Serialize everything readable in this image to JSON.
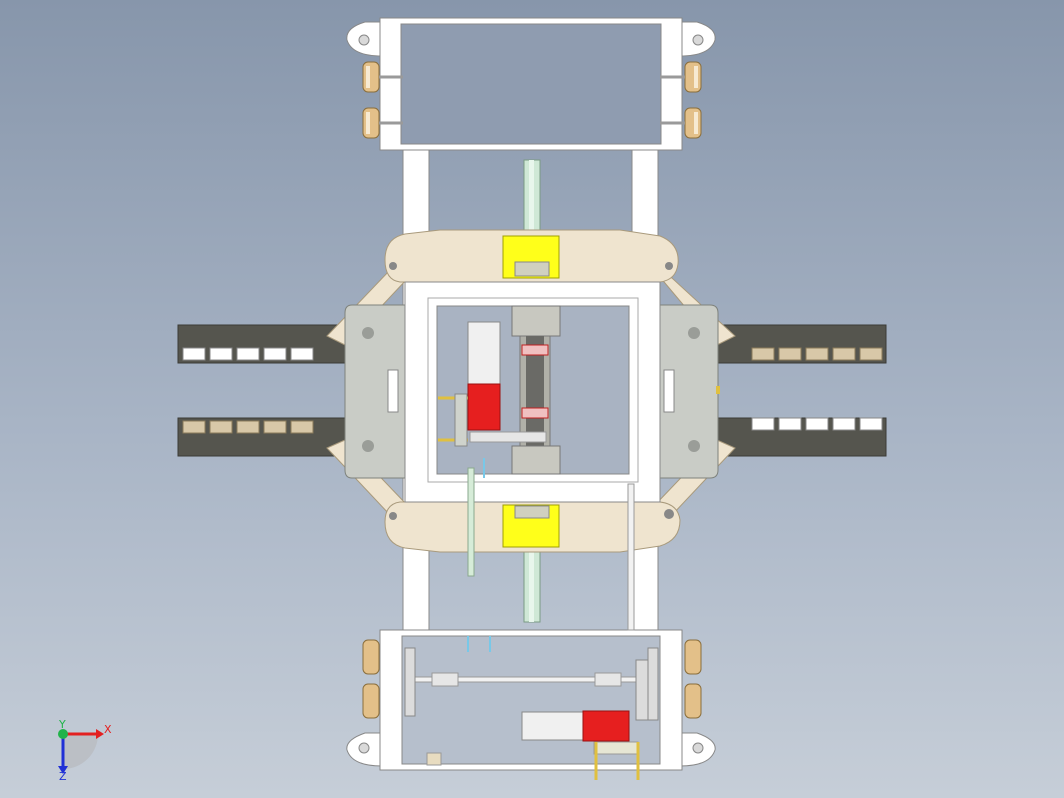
{
  "scene": {
    "background_top": "#8796ab",
    "background_bottom": "#c6ced8",
    "frame_color": "#ffffff",
    "plate_color": "#efe4cf",
    "side_plate_color": "#c9ccc6",
    "rail_color": "#55554e",
    "motor_color": "#e61f1f",
    "coupler_color": "#ffff1a",
    "wheel_color": "#e3c089"
  },
  "triad": {
    "x_label": "X",
    "y_label": "Y",
    "z_label": "Z",
    "x_color": "#e32020",
    "y_color": "#21b34a",
    "z_color": "#2030d6"
  }
}
